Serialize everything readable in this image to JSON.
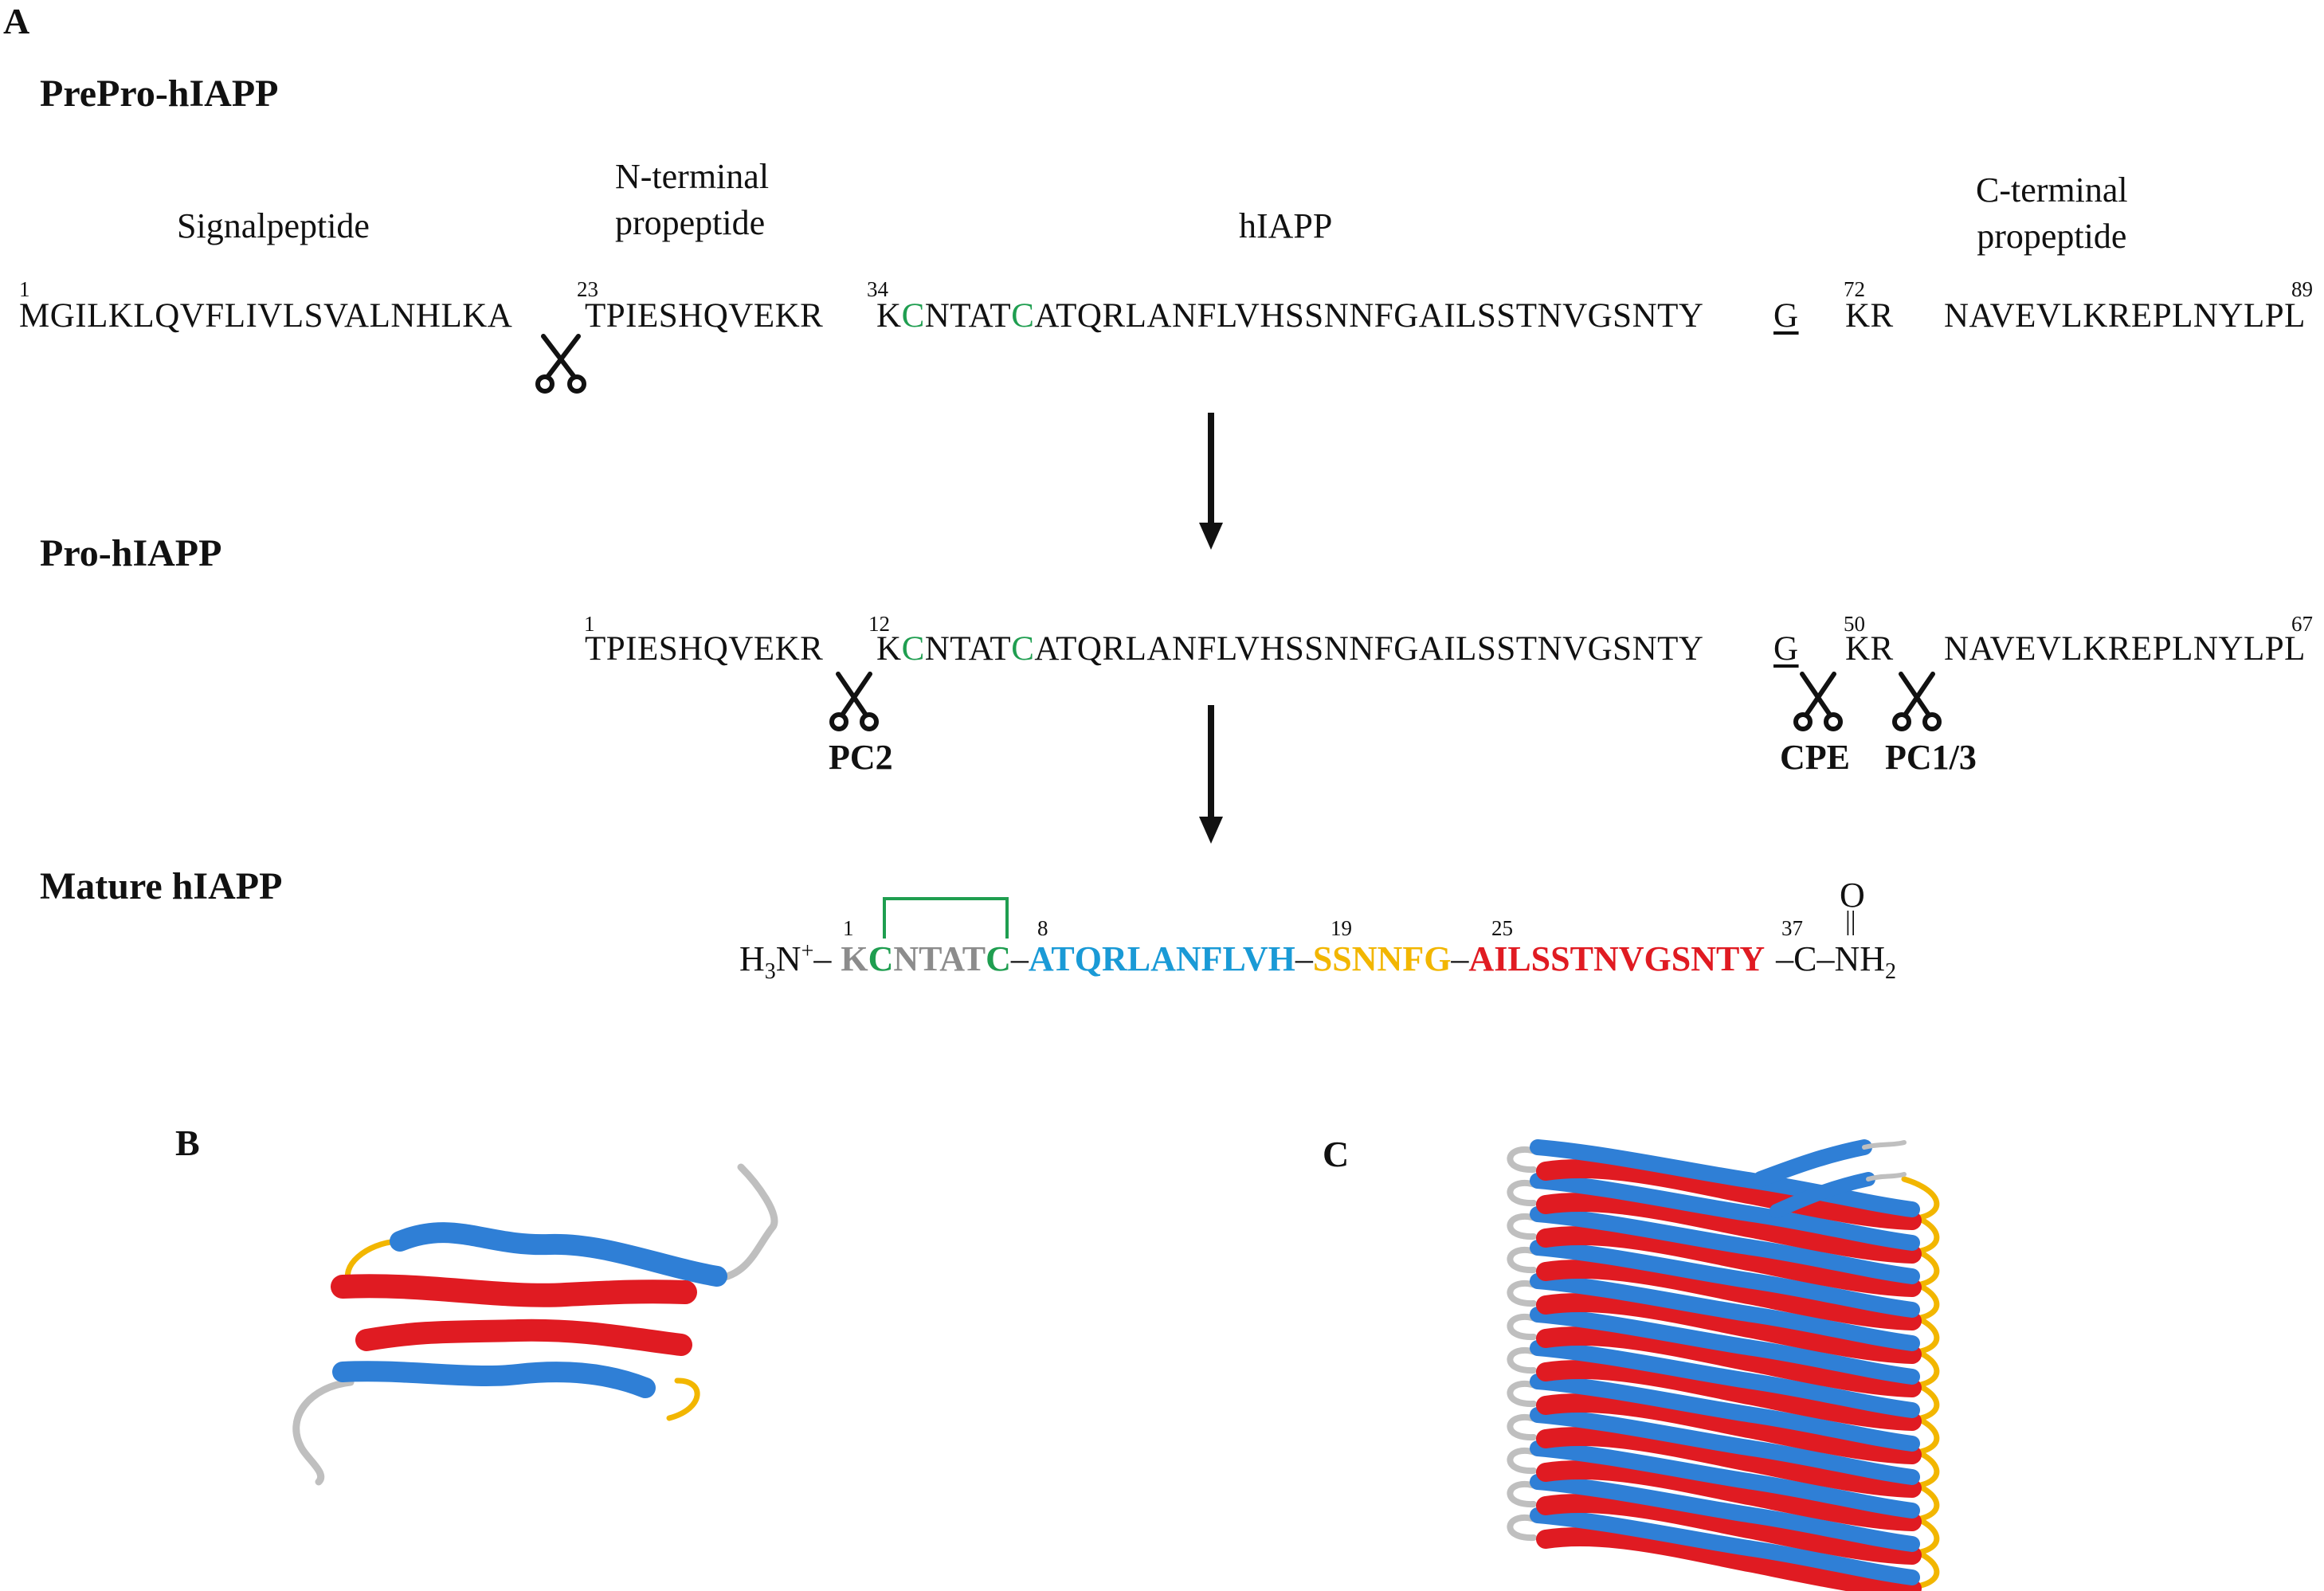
{
  "panels": {
    "a": "A",
    "b": "B",
    "c": "C"
  },
  "titles": {
    "prepro": "PrePro-hIAPP",
    "pro": "Pro-hIAPP",
    "mature": "Mature hIAPP"
  },
  "region_labels": {
    "signal": "Signalpeptide",
    "nterm_1": "N-terminal",
    "nterm_2": "propeptide",
    "hiapp": "hIAPP",
    "cterm_1": "C-terminal",
    "cterm_2": "propeptide"
  },
  "prepro": {
    "num_1": "1",
    "num_23": "23",
    "num_34": "34",
    "num_72": "72",
    "num_89": "89",
    "signal_seq": "MGILKLQVFLIVLSVALNHLKA",
    "nprop_seq": "TPIESHQVEKR",
    "h_k": "K",
    "h_c1": "C",
    "h_mid": "NTAT",
    "h_c2": "C",
    "h_rest": "ATQRLANFLVHSSNNFGAILSSTNVGSNTY",
    "g": "G",
    "kr": "KR",
    "cprop_seq": "NAVEVLKREPLNYLPL"
  },
  "pro": {
    "num_1": "1",
    "num_12": "12",
    "num_50": "50",
    "num_67": "67",
    "nprop_seq": "TPIESHQVEKR",
    "h_k": "K",
    "h_c1": "C",
    "h_mid": "NTAT",
    "h_c2": "C",
    "h_rest": "ATQRLANFLVHSSNNFGAILSSTNVGSNTY",
    "g": "G",
    "kr": "KR",
    "cprop_seq": "NAVEVLKREPLNYLPL"
  },
  "enzymes": {
    "pc2": "PC2",
    "cpe": "CPE",
    "pc13": "PC1/3"
  },
  "mature": {
    "num_1": "1",
    "num_8": "8",
    "num_19": "19",
    "num_25": "25",
    "num_37": "37",
    "h3n_h": "H",
    "h3n_3": "3",
    "h3n_n": "N",
    "h3n_plus": "+",
    "dash1": "–",
    "k": "K",
    "c1": "C",
    "ntat": "NTAT",
    "c2": "C",
    "dash2": "–",
    "blue": "ATQRLANFLVH",
    "dash3": "–",
    "yellow": "SSNNFG",
    "dash4": "–",
    "red": "AILSSTNVGSNTY",
    "cterm": "–C–NH",
    "nh_2": "2",
    "oxygen": "O",
    "double_bond": "||"
  },
  "colors": {
    "green": "#1f9e50",
    "grey": "#8c8c8c",
    "blue": "#1a9ad6",
    "yellow": "#f2b600",
    "red": "#e01b22",
    "strand_blue": "#2f7fd6"
  }
}
